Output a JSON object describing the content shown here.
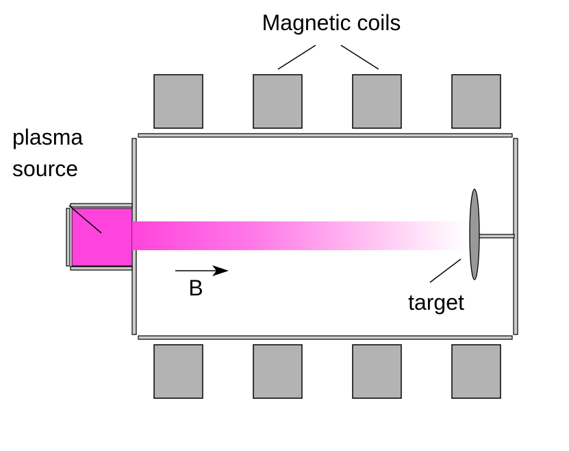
{
  "labels": {
    "magnetic_coils": "Magnetic coils",
    "plasma_source_line1": "plasma",
    "plasma_source_line2": "source",
    "field": "B",
    "target": "target"
  },
  "colors": {
    "coil_fill": "#b3b3b3",
    "wall_fill": "#cccccc",
    "stroke": "#000000",
    "plasma": "#ff44dd",
    "target_fill": "#999999"
  }
}
